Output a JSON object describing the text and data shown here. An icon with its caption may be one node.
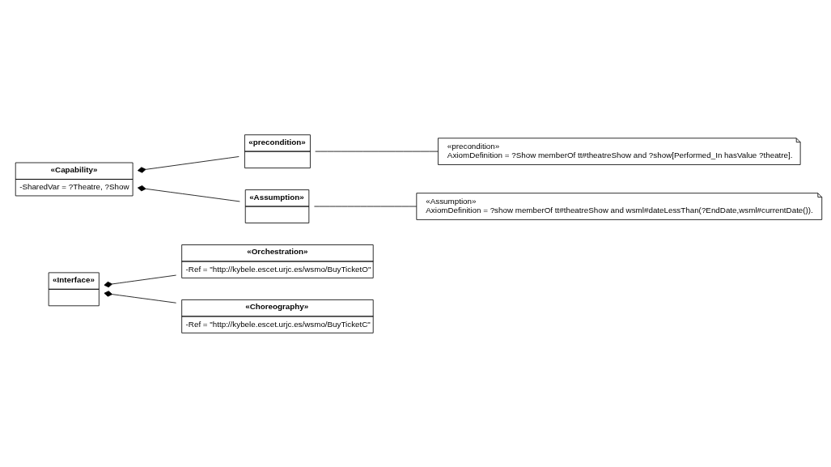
{
  "diagram": {
    "nodes": [
      {
        "text": [
          "«Interface»"
        ]
      },
      {
        "text": [
          "«Orchestration»",
          "-Ref = \"http://kybele.escet.urjc.es/wsmo/BuyTicketO\""
        ]
      },
      {
        "text": [
          "«Choreography»",
          "-Ref = \"http://kybele.escet.urjc.es/wsmo/BuyTicketC\""
        ]
      },
      {
        "text": [
          "«Capability»",
          "-SharedVar = ?Theatre, ?Show"
        ]
      },
      {
        "text": [
          "«precondition»"
        ]
      },
      {
        "text": [
          "«precondition»",
          "AxiomDefinition = ?Show memberOf tt#theatreShow and ?show[Performed_In hasValue ?theatre]."
        ]
      },
      {
        "text": [
          "«Assumption»"
        ]
      },
      {
        "text": [
          "«Assumption»",
          "AxiomDefinition = ?show memberOf tt#theatreShow and wsml#dateLessThan(?EndDate,wsml#currentDate())."
        ]
      }
    ],
    "edges": [
      {
        "from": 0,
        "to": 1,
        "arrow": "other"
      },
      {
        "from": 0,
        "to": 2,
        "arrow": "other"
      },
      {
        "from": 3,
        "to": 4,
        "arrow": "other"
      },
      {
        "from": 3,
        "to": 6,
        "arrow": "other"
      },
      {
        "from": 4,
        "to": 5,
        "arrow": "none"
      },
      {
        "from": 6,
        "to": 7,
        "arrow": "none"
      }
    ]
  }
}
